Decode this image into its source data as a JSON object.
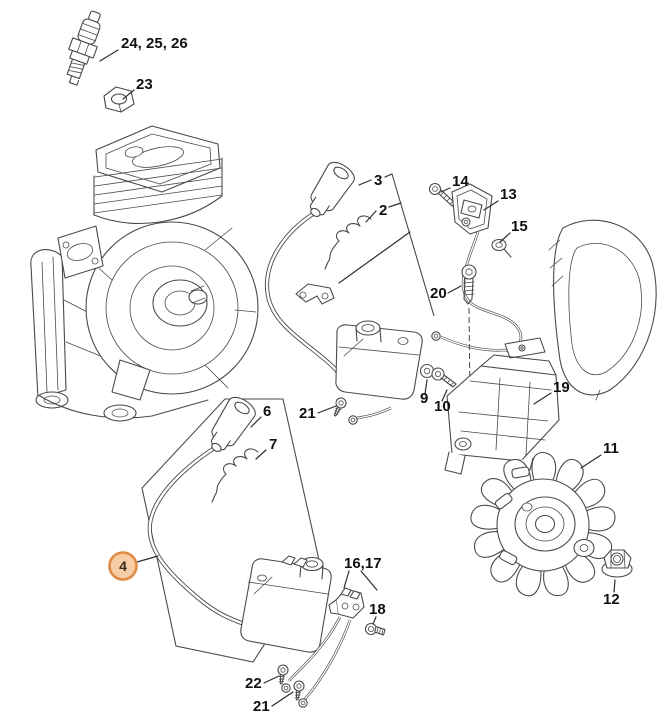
{
  "diagram": {
    "type": "exploded-parts-diagram",
    "subject": "engine ignition system parts",
    "background_color": "#ffffff",
    "line_color": "#4a4a4a",
    "label_color": "#111111",
    "highlight": {
      "fill": "#f7cda6",
      "stroke": "#e08b44"
    },
    "callouts": [
      {
        "id": "spark-plug",
        "label": "24, 25, 26"
      },
      {
        "id": "spark-plug-cap",
        "label": "23"
      },
      {
        "id": "boot-upper",
        "label": "3"
      },
      {
        "id": "spring-upper",
        "label": "2"
      },
      {
        "id": "screw-14",
        "label": "14"
      },
      {
        "id": "switch-13",
        "label": "13"
      },
      {
        "id": "grommet-15",
        "label": "15"
      },
      {
        "id": "screw-20",
        "label": "20"
      },
      {
        "id": "screw-21-upper",
        "label": "21"
      },
      {
        "id": "washer-9",
        "label": "9"
      },
      {
        "id": "screw-10",
        "label": "10"
      },
      {
        "id": "housing-19",
        "label": "19"
      },
      {
        "id": "flywheel-11",
        "label": "11"
      },
      {
        "id": "nut-12",
        "label": "12"
      },
      {
        "id": "boot-lower",
        "label": "6"
      },
      {
        "id": "spring-lower",
        "label": "7"
      },
      {
        "id": "group-badge-4",
        "label": "4"
      },
      {
        "id": "contacts-16-17",
        "label": "16,17"
      },
      {
        "id": "screw-18",
        "label": "18"
      },
      {
        "id": "screw-22",
        "label": "22"
      },
      {
        "id": "screw-21-lower",
        "label": "21"
      }
    ]
  }
}
